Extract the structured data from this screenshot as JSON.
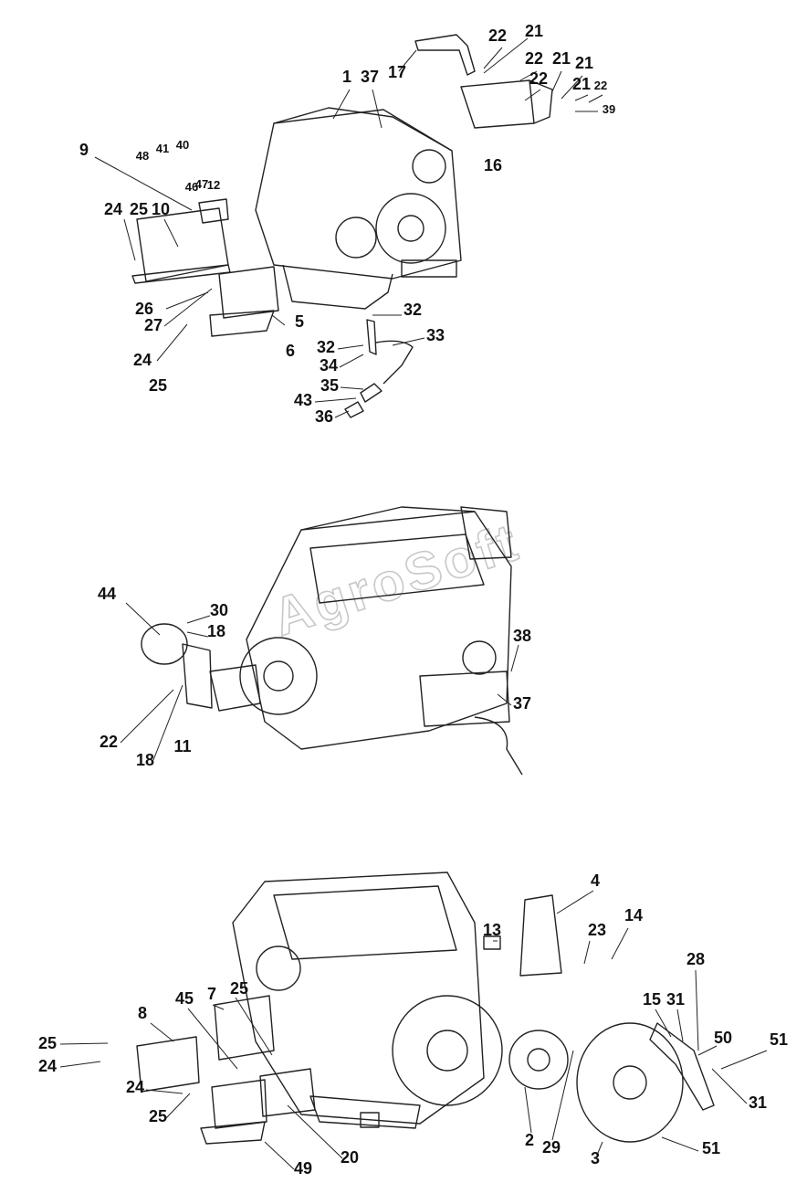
{
  "diagram": {
    "type": "exploded-parts-drawing",
    "colors": {
      "ink": "#111111",
      "line": "#222222",
      "watermark": "#c8c8c8",
      "background": "#ffffff"
    },
    "watermark": "AgroSoft",
    "views": [
      {
        "id": "top-view",
        "callouts": [
          "1",
          "37",
          "17",
          "21",
          "22",
          "22",
          "21",
          "22",
          "21",
          "21",
          "22",
          "39",
          "16",
          "9",
          "48",
          "41",
          "40",
          "47",
          "46",
          "12",
          "24",
          "25",
          "10",
          "26",
          "27",
          "5",
          "6",
          "24",
          "25",
          "32",
          "33",
          "32",
          "34",
          "35",
          "43",
          "36"
        ]
      },
      {
        "id": "middle-view",
        "callouts": [
          "44",
          "30",
          "18",
          "38",
          "37",
          "22",
          "18",
          "11"
        ]
      },
      {
        "id": "bottom-view",
        "callouts": [
          "4",
          "13",
          "14",
          "23",
          "28",
          "7",
          "25",
          "45",
          "8",
          "15",
          "31",
          "50",
          "51",
          "25",
          "24",
          "24",
          "25",
          "31",
          "2",
          "29",
          "3",
          "51",
          "49",
          "20"
        ]
      }
    ]
  }
}
